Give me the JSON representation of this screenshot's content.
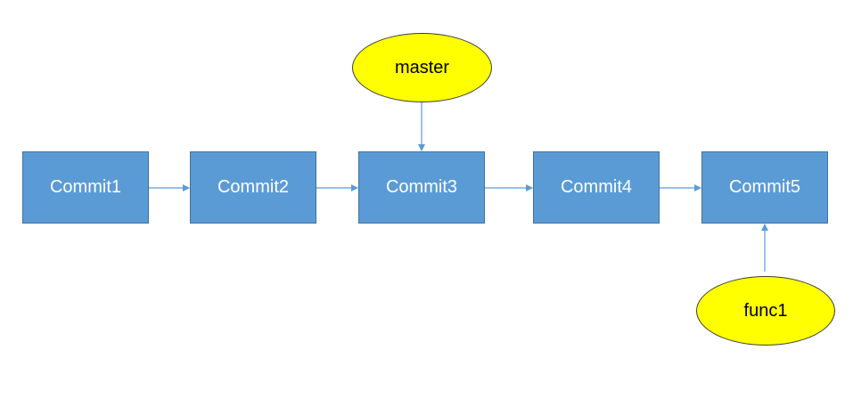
{
  "diagram": {
    "commits": [
      {
        "label": "Commit1"
      },
      {
        "label": "Commit2"
      },
      {
        "label": "Commit3"
      },
      {
        "label": "Commit4"
      },
      {
        "label": "Commit5"
      }
    ],
    "branches": [
      {
        "label": "master",
        "points_to": "Commit3"
      },
      {
        "label": "func1",
        "points_to": "Commit5"
      }
    ],
    "edges": [
      {
        "from": "Commit1",
        "to": "Commit2"
      },
      {
        "from": "Commit2",
        "to": "Commit3"
      },
      {
        "from": "Commit3",
        "to": "Commit4"
      },
      {
        "from": "Commit4",
        "to": "Commit5"
      },
      {
        "from": "master",
        "to": "Commit3"
      },
      {
        "from": "func1",
        "to": "Commit5"
      }
    ]
  },
  "colors": {
    "commit_fill": "#5b9bd5",
    "commit_border": "#41719c",
    "commit_text": "#ffffff",
    "branch_fill": "#ffff00",
    "branch_border": "#3d3d3d",
    "arrow": "#5b9bd5"
  }
}
